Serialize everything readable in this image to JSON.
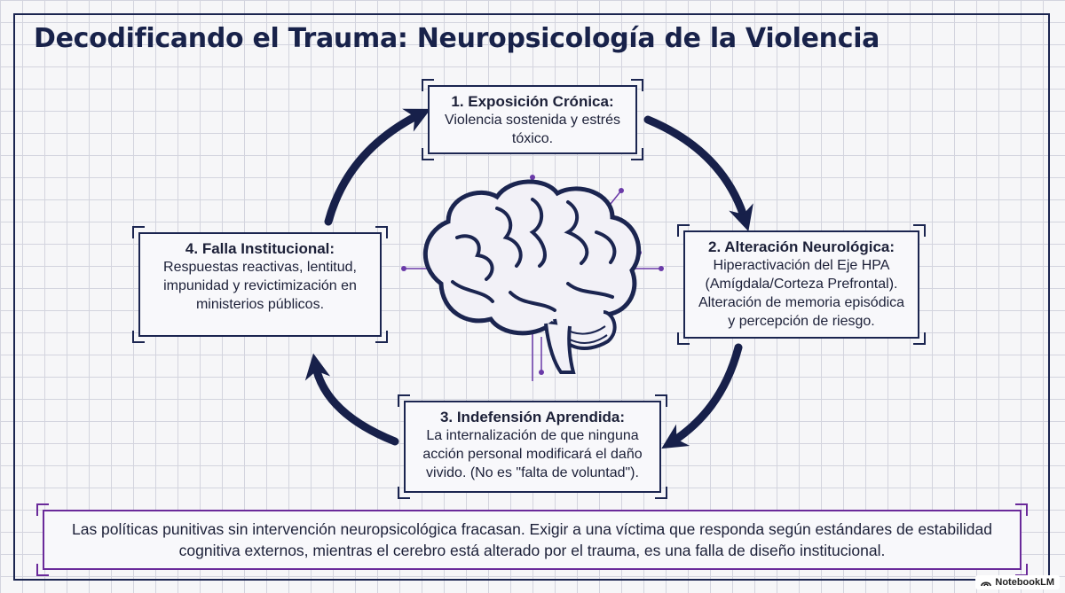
{
  "title": "Decodificando el Trauma: Neuropsicología de la Violencia",
  "steps": [
    {
      "title": "1. Exposición Crónica:",
      "body": "Violencia sostenida y estrés tóxico."
    },
    {
      "title": "2. Alteración Neurológica:",
      "body": "Hiperactivación del Eje HPA (Amígdala/Corteza Prefrontal). Alteración de memoria episódica y percepción de riesgo."
    },
    {
      "title": "3. Indefensión Aprendida:",
      "body": "La internalización de que ninguna acción personal modificará el daño vivido. (No es \"falta de voluntad\")."
    },
    {
      "title": "4. Falla Institucional:",
      "body": "Respuestas reactivas, lentitud, impunidad y revictimización en ministerios públicos."
    }
  ],
  "footer": "Las políticas punitivas sin intervención neuropsicológica fracasan. Exigir a una víctima que responda según estándares de estabilidad cognitiva externos, mientras el cerebro está alterado por el trauma, es una falla de diseño institucional.",
  "badge": "NotebookLM",
  "icons": {
    "center": "brain-icon",
    "arrows": "curved-arrow-icon",
    "badge": "notebooklm-logo-icon"
  },
  "colors": {
    "navy": "#1b2550",
    "purple": "#6a2a9a"
  }
}
